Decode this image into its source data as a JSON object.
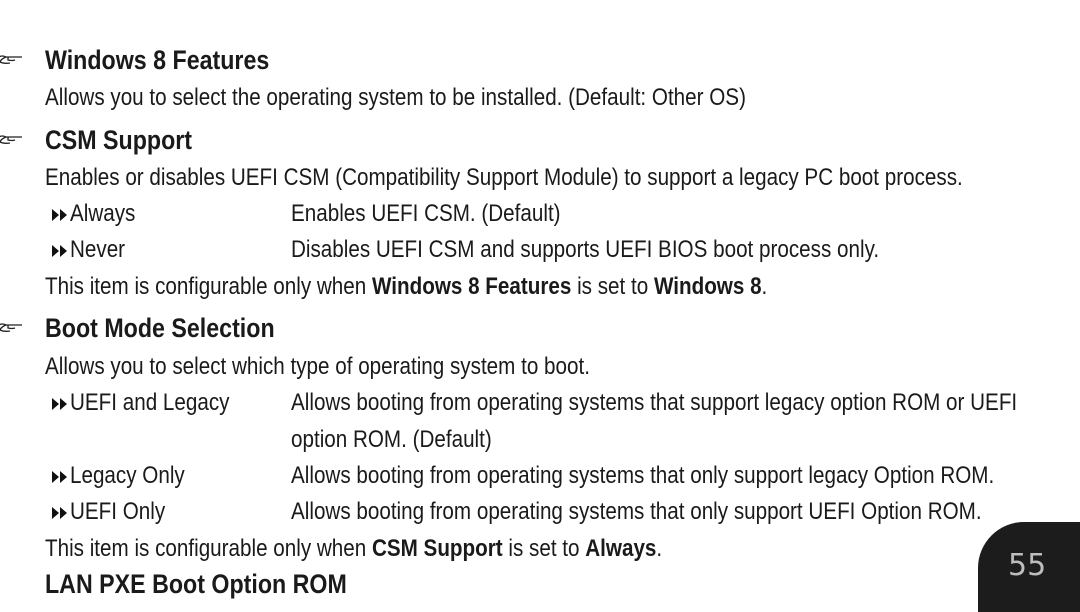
{
  "page_number": "55",
  "sections": [
    {
      "title": "Windows 8 Features",
      "description": "Allows you to select the operating system to be installed. (Default: Other OS)"
    },
    {
      "title": "CSM Support",
      "description": "Enables or disables UEFI CSM (Compatibility Support Module) to support a legacy PC boot process.",
      "options": [
        {
          "label": "Always",
          "desc": "Enables UEFI CSM. (Default)"
        },
        {
          "label": "Never",
          "desc": "Disables UEFI CSM and supports UEFI BIOS boot process only."
        }
      ],
      "note": {
        "prefix": "This item is configurable only when ",
        "bold1": "Windows 8 Features",
        "middle": " is set to ",
        "bold2": "Windows 8",
        "suffix": "."
      }
    },
    {
      "title": "Boot Mode Selection",
      "description": "Allows you to select which type of operating system to boot.",
      "options": [
        {
          "label": "UEFI and Legacy",
          "desc": "Allows booting from operating systems that support legacy option ROM or UEFI",
          "desc2": "option ROM. (Default)"
        },
        {
          "label": "Legacy Only",
          "desc": "Allows booting from operating systems that only support legacy Option ROM."
        },
        {
          "label": "UEFI Only",
          "desc": "Allows booting from operating systems that only support UEFI Option ROM."
        }
      ],
      "note": {
        "prefix": "This item is configurable only when ",
        "bold1": "CSM Support",
        "middle": " is set to ",
        "bold2": "Always",
        "suffix": "."
      }
    },
    {
      "title": "LAN PXE Boot Option ROM"
    }
  ]
}
